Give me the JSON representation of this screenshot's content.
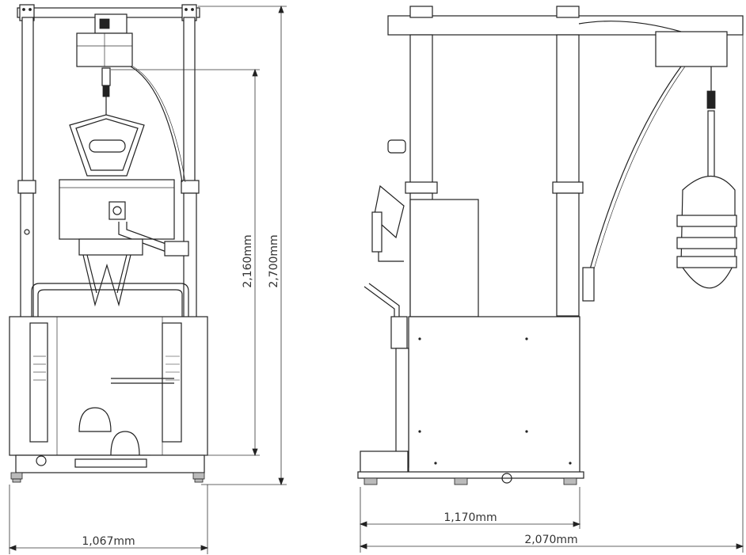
{
  "dimensions": {
    "front_width": "1,067mm",
    "side_depth_base": "1,170mm",
    "side_depth_total": "2,070mm",
    "height_inner": "2,160mm",
    "height_total": "2,700mm"
  },
  "colors": {
    "line": "#222222",
    "background": "#ffffff"
  }
}
